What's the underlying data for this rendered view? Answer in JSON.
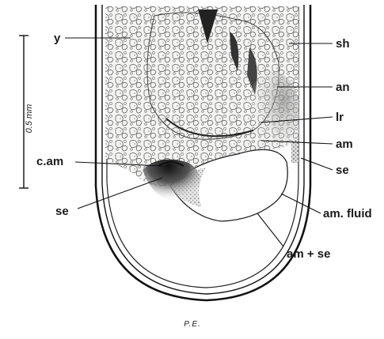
{
  "labels": {
    "y": "y",
    "sh": "sh",
    "an": "an",
    "lr": "lr",
    "am": "am",
    "se_right": "se",
    "c_am": "c.am",
    "se_left": "se",
    "am_fluid": "am. fluid",
    "am_se": "am + se"
  },
  "scale_bar": {
    "label": "0.5 mm"
  },
  "initials": "P.E."
}
